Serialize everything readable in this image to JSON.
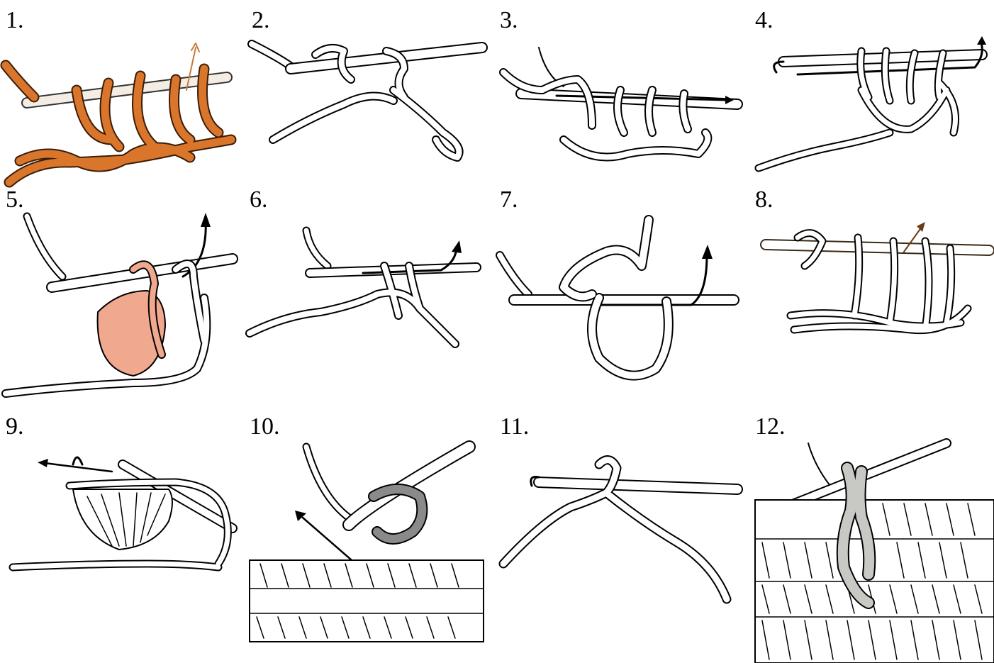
{
  "steps": [
    {
      "label": "1.",
      "yarn_color": "#d9762b",
      "arrow_icon": "arrow-up-right-icon"
    },
    {
      "label": "2.",
      "yarn_color": "#ffffff"
    },
    {
      "label": "3.",
      "yarn_color": "#ffffff",
      "arrow_icon": "arrow-right-icon"
    },
    {
      "label": "4.",
      "yarn_color": "#ffffff",
      "arrow_icon": "arrow-up-right-icon"
    },
    {
      "label": "5.",
      "yarn_color": "#f0a98e",
      "arrow_icon": "arrow-up-right-icon"
    },
    {
      "label": "6.",
      "yarn_color": "#ffffff",
      "arrow_icon": "arrow-up-right-icon"
    },
    {
      "label": "7.",
      "yarn_color": "#ffffff",
      "arrow_icon": "arrow-up-right-icon"
    },
    {
      "label": "8.",
      "yarn_color": "#ffffff",
      "arrow_icon": "arrow-up-right-icon"
    },
    {
      "label": "9.",
      "yarn_color": "#ffffff",
      "arrow_icon": "arrow-left-icon"
    },
    {
      "label": "10.",
      "yarn_color": "#8a8a8a",
      "arrow_icon": "arrow-up-left-icon"
    },
    {
      "label": "11.",
      "yarn_color": "#ffffff"
    },
    {
      "label": "12.",
      "yarn_color": "#c8c8c4"
    }
  ]
}
